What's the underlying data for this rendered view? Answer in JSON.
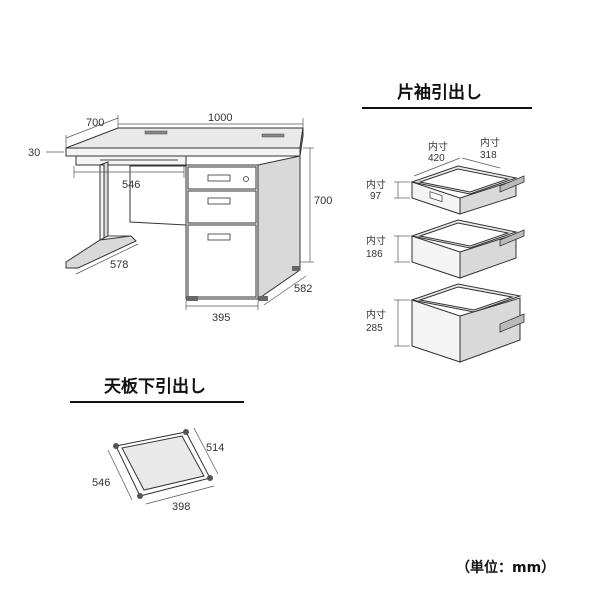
{
  "sections": {
    "side_drawers": "片袖引出し",
    "top_drawer": "天板下引出し"
  },
  "unit": "（単位：mm）",
  "desk": {
    "depth": "700",
    "width": "1000",
    "top_thickness": "30",
    "height": "700",
    "center_drawer_width": "546",
    "leg_depth": "578",
    "pedestal_width": "395",
    "pedestal_depth": "582"
  },
  "side_drawers": {
    "inner_label": "内寸",
    "inner_width": "420",
    "inner_depth": "318",
    "heights": [
      "97",
      "186",
      "285"
    ]
  },
  "top_drawer": {
    "depth": "514",
    "width_front": "546",
    "width_side": "398"
  },
  "colors": {
    "line": "#333333",
    "panel_light": "#f4f4f4",
    "panel_side": "#d9d9d9"
  }
}
